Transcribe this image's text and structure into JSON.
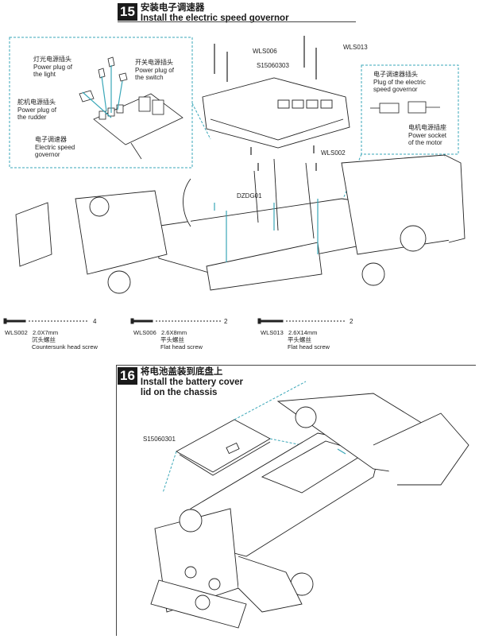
{
  "step15": {
    "number": "15",
    "title_cn": "安装电子调速器",
    "title_en": "Install the electric speed governor",
    "inset_labels": {
      "light_cn": "灯光电源插头",
      "light_en1": "Power plug of",
      "light_en2": "the light",
      "switch_cn": "开关电源插头",
      "switch_en1": "Power plug of",
      "switch_en2": "the switch",
      "rudder_cn": "舵机电源插头",
      "rudder_en1": "Power plug of",
      "rudder_en2": "the rudder",
      "esc_cn": "电子调速器",
      "esc_en1": "Electric speed",
      "esc_en2": "governor"
    },
    "plug_labels": {
      "plug_cn": "电子调速器插头",
      "plug_en1": "Plug of the electric",
      "plug_en2": "speed governor",
      "socket_cn": "电机电源插座",
      "socket_en1": "Power socket",
      "socket_en2": "of the motor"
    },
    "part_labels": {
      "wls006": "WLS006",
      "wls013": "WLS013",
      "part_303": "S15060303",
      "wls002": "WLS002",
      "dzdg01": "DZDG01"
    },
    "screws": [
      {
        "code": "WLS002",
        "size": "2.0X7mm",
        "name_cn": "沉头螺丝",
        "name_en": "Countersunk head screw",
        "qty": "4"
      },
      {
        "code": "WLS006",
        "size": "2.6X8mm",
        "name_cn": "平头螺丝",
        "name_en": "Flat head screw",
        "qty": "2"
      },
      {
        "code": "WLS013",
        "size": "2.6X14mm",
        "name_cn": "平头螺丝",
        "name_en": "Flat head screw",
        "qty": "2"
      }
    ]
  },
  "step16": {
    "number": "16",
    "title_cn": "将电池盖装到底盘上",
    "title_en1": "Install the battery cover",
    "title_en2": "lid on the chassis",
    "part_label": "S15060301"
  }
}
